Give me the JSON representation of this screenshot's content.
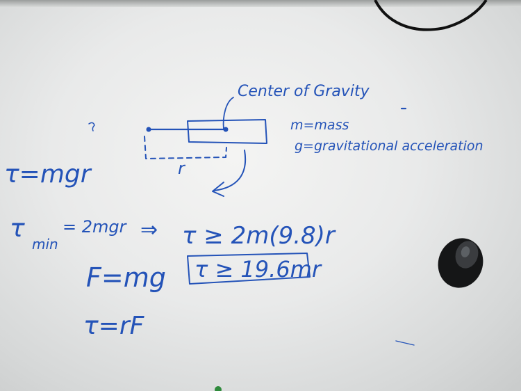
{
  "board": {
    "label_center_of_gravity": "Center of Gravity",
    "label_r": "r",
    "legend": {
      "mass": "m=mass",
      "gravity": "g=gravitational acceleration"
    },
    "equations": {
      "torque": "τ=mgr",
      "torque_min_left": "τ",
      "torque_min_sub": "min",
      "torque_min_right": "= 2mgr",
      "implies": "⇒",
      "torque_ineq": "τ ≥ 2m(9.8)r",
      "force": "F=mg",
      "boxed": "τ ≥ 19.6mr",
      "torque_rf": "τ=rF"
    },
    "ink_color": "#2453b8"
  }
}
